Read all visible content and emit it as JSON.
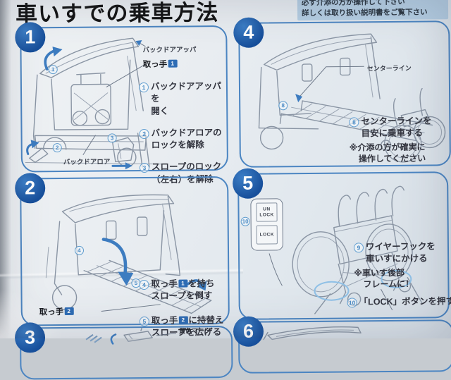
{
  "header": {
    "title": "車いすでの乗車方法",
    "notice_line1": "必ず介添の方が操作して下さい",
    "notice_line2": "詳しくは取り扱い説明書をご覧下さい"
  },
  "palette": {
    "panel_border": "#4b85c2",
    "badge_blue": "#1d5ca9",
    "marker_blue": "#4e8dc6",
    "handle_tag_blue": "#2e6cb4",
    "notice_bg": "#b5cee3",
    "line_art_gray": "#8a95a4",
    "arrow_blue": "#3d7cc0",
    "paper": "#e9edf1"
  },
  "panels": {
    "p1": {
      "number": "1",
      "labels": {
        "backdoor_upper": "バックドアアッパ",
        "handle_pre": "取っ手",
        "handle_num": "1",
        "backdoor_lower": "バックドアロア"
      },
      "markers": [
        "1",
        "2",
        "3"
      ],
      "steps": [
        {
          "num": "1",
          "lines": [
            "バックドアアッパを",
            "開く"
          ]
        },
        {
          "num": "2",
          "lines": [
            "バックドアロアの",
            "ロックを解除"
          ]
        },
        {
          "num": "3",
          "lines": [
            "スロープのロック",
            "（左右）を解除"
          ]
        }
      ]
    },
    "p2": {
      "number": "2",
      "labels": {
        "handle_pre": "取っ手",
        "handle_num": "2"
      },
      "markers": [
        "4",
        "5"
      ],
      "steps": [
        {
          "num": "4",
          "pre": "取っ手",
          "sq": "1",
          "mid": "を持ち",
          "line2": "スロープを倒す"
        },
        {
          "num": "5",
          "pre": "取っ手",
          "sq": "2",
          "mid": "に持替え",
          "line2": "スロープを広げる"
        }
      ]
    },
    "p3": {
      "number": "3",
      "labels": {
        "yellow_mark": "黄色マーク"
      }
    },
    "p4": {
      "number": "4",
      "labels": {
        "center_line": "センターライン"
      },
      "marker": "8",
      "steps": [
        {
          "num": "8",
          "lines": [
            "センターラインを",
            "目安に乗車する"
          ]
        }
      ],
      "note_lines": [
        "※介添の方が確実に",
        "操作してください"
      ]
    },
    "p5": {
      "number": "5",
      "switch": {
        "top_line1": "UN",
        "top_line2": "LOCK",
        "bottom": "LOCK"
      },
      "marker": "10",
      "steps": [
        {
          "num": "9",
          "lines": [
            "ワイヤーフックを",
            "車いすにかける"
          ]
        },
        {
          "num": "10",
          "lines": [
            "「LOCK」ボタンを押す"
          ]
        }
      ],
      "note_lines": [
        "※車いす後部",
        "フレームに！"
      ]
    },
    "p6": {
      "number": "6"
    }
  }
}
